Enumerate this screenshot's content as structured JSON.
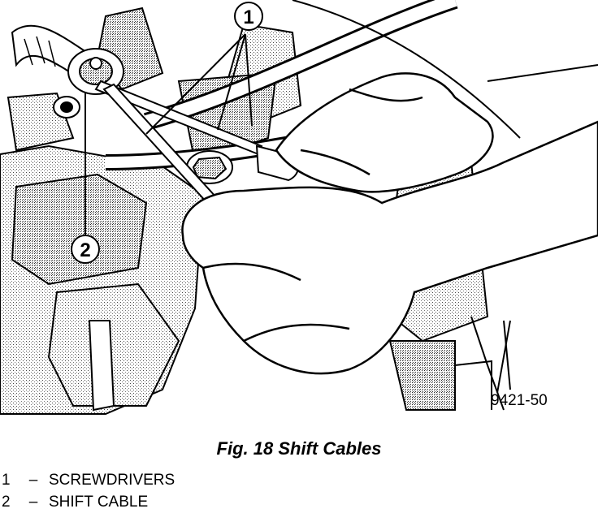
{
  "figure": {
    "callouts": [
      {
        "number": "1"
      },
      {
        "number": "2"
      }
    ],
    "figure_id": "9421-50"
  },
  "caption": "Fig. 18 Shift Cables",
  "legend": [
    {
      "number": "1",
      "dash": "–",
      "text": "SCREWDRIVERS"
    },
    {
      "number": "2",
      "dash": "–",
      "text": "SHIFT CABLE"
    }
  ]
}
